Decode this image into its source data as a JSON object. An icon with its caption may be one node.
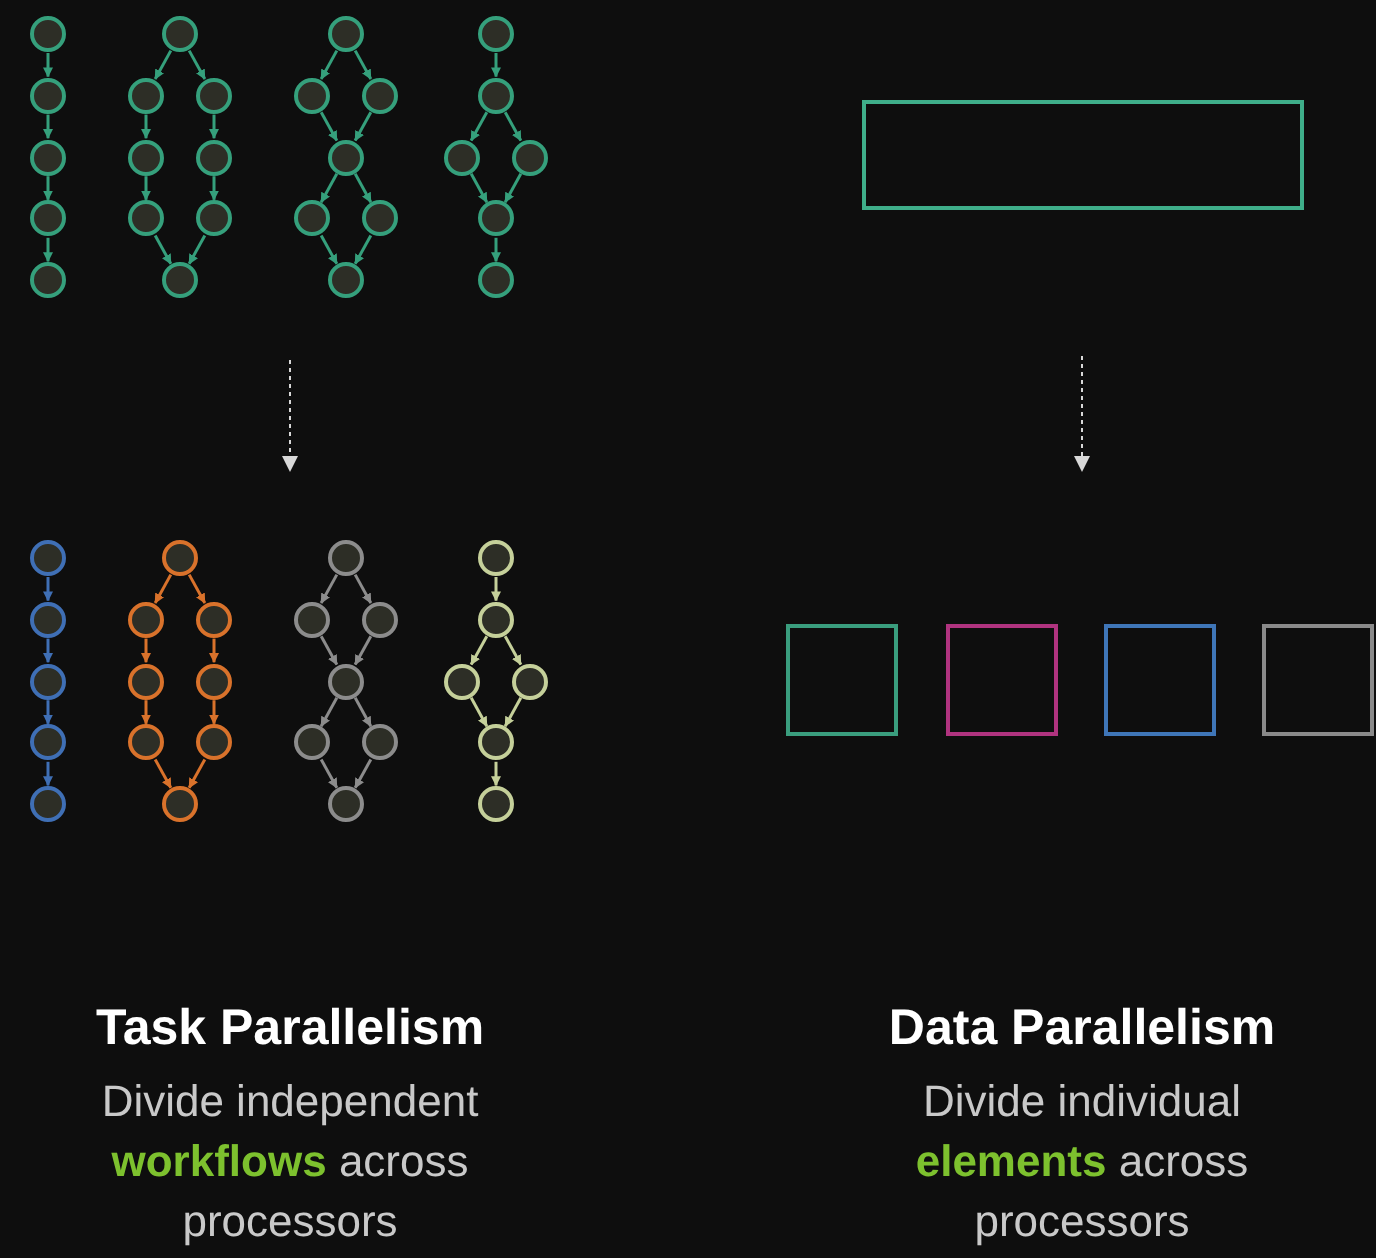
{
  "diagram": {
    "nodes": [
      {
        "text": [],
        "shape": "circle"
      },
      {
        "text": [],
        "shape": "circle"
      },
      {
        "text": [],
        "shape": "circle"
      },
      {
        "text": [],
        "shape": "circle"
      },
      {
        "text": [],
        "shape": "circle"
      },
      {
        "text": [],
        "shape": "circle"
      },
      {
        "text": [],
        "shape": "circle"
      },
      {
        "text": [],
        "shape": "circle"
      },
      {
        "text": [],
        "shape": "circle"
      },
      {
        "text": [],
        "shape": "circle"
      },
      {
        "text": [],
        "shape": "circle"
      },
      {
        "text": [],
        "shape": "circle"
      },
      {
        "text": [],
        "shape": "circle"
      },
      {
        "text": [],
        "shape": "circle"
      },
      {
        "text": [],
        "shape": "circle"
      },
      {
        "text": [],
        "shape": "circle"
      },
      {
        "text": [],
        "shape": "circle"
      },
      {
        "text": [],
        "shape": "circle"
      },
      {
        "text": [],
        "shape": "circle"
      },
      {
        "text": [],
        "shape": "circle"
      },
      {
        "text": [],
        "shape": "circle"
      },
      {
        "text": [],
        "shape": "circle"
      },
      {
        "text": [],
        "shape": "circle"
      },
      {
        "text": [],
        "shape": "circle"
      },
      {
        "text": [],
        "shape": "circle"
      },
      {
        "text": [],
        "shape": "circle"
      },
      {
        "text": [],
        "shape": "circle"
      },
      {
        "text": [],
        "shape": "circle"
      },
      {
        "text": [],
        "shape": "circle"
      },
      {
        "text": [],
        "shape": "circle"
      },
      {
        "text": [],
        "shape": "circle"
      },
      {
        "text": [],
        "shape": "circle"
      },
      {
        "text": [],
        "shape": "circle"
      },
      {
        "text": [],
        "shape": "circle"
      },
      {
        "text": [],
        "shape": "circle"
      },
      {
        "text": [],
        "shape": "circle"
      },
      {
        "text": [],
        "shape": "circle"
      },
      {
        "text": [],
        "shape": "circle"
      },
      {
        "text": [],
        "shape": "circle"
      },
      {
        "text": [],
        "shape": "circle"
      },
      {
        "text": [],
        "shape": "circle"
      },
      {
        "text": [],
        "shape": "circle"
      },
      {
        "text": [],
        "shape": "circle"
      },
      {
        "text": [],
        "shape": "circle"
      },
      {
        "text": [],
        "shape": "circle"
      },
      {
        "text": [],
        "shape": "circle"
      },
      {
        "text": [],
        "shape": "circle"
      },
      {
        "text": [],
        "shape": "circle"
      },
      {
        "text": [],
        "shape": "circle"
      },
      {
        "text": [],
        "shape": "circle"
      },
      {
        "text": [],
        "shape": "circle"
      },
      {
        "text": [],
        "shape": "circle"
      },
      {
        "text": [],
        "shape": "box"
      },
      {
        "text": [],
        "shape": "box"
      },
      {
        "text": [],
        "shape": "box"
      },
      {
        "text": [],
        "shape": "box"
      },
      {
        "text": [],
        "shape": "box"
      }
    ],
    "edges": [
      {
        "from": 0,
        "to": 1,
        "arrow": "to"
      },
      {
        "from": 1,
        "to": 2,
        "arrow": "to"
      },
      {
        "from": 2,
        "to": 3,
        "arrow": "to"
      },
      {
        "from": 3,
        "to": 4,
        "arrow": "to"
      },
      {
        "from": 5,
        "to": 6,
        "arrow": "to"
      },
      {
        "from": 5,
        "to": 7,
        "arrow": "to"
      },
      {
        "from": 6,
        "to": 8,
        "arrow": "to"
      },
      {
        "from": 7,
        "to": 9,
        "arrow": "to"
      },
      {
        "from": 8,
        "to": 10,
        "arrow": "to"
      },
      {
        "from": 9,
        "to": 11,
        "arrow": "to"
      },
      {
        "from": 10,
        "to": 12,
        "arrow": "to"
      },
      {
        "from": 11,
        "to": 12,
        "arrow": "to"
      },
      {
        "from": 13,
        "to": 14,
        "arrow": "to"
      },
      {
        "from": 13,
        "to": 15,
        "arrow": "to"
      },
      {
        "from": 14,
        "to": 16,
        "arrow": "to"
      },
      {
        "from": 15,
        "to": 16,
        "arrow": "to"
      },
      {
        "from": 16,
        "to": 17,
        "arrow": "to"
      },
      {
        "from": 16,
        "to": 18,
        "arrow": "to"
      },
      {
        "from": 17,
        "to": 19,
        "arrow": "to"
      },
      {
        "from": 18,
        "to": 19,
        "arrow": "to"
      },
      {
        "from": 20,
        "to": 21,
        "arrow": "to"
      },
      {
        "from": 21,
        "to": 22,
        "arrow": "to"
      },
      {
        "from": 21,
        "to": 23,
        "arrow": "to"
      },
      {
        "from": 22,
        "to": 24,
        "arrow": "to"
      },
      {
        "from": 23,
        "to": 24,
        "arrow": "to"
      },
      {
        "from": 24,
        "to": 25,
        "arrow": "to"
      },
      {
        "from": 26,
        "to": 27,
        "arrow": "to",
        "color": "#3f6fb5"
      },
      {
        "from": 27,
        "to": 28,
        "arrow": "to",
        "color": "#3f6fb5"
      },
      {
        "from": 28,
        "to": 29,
        "arrow": "to",
        "color": "#3f6fb5"
      },
      {
        "from": 29,
        "to": 30,
        "arrow": "to",
        "color": "#3f6fb5"
      },
      {
        "from": 31,
        "to": 32,
        "arrow": "to",
        "color": "#d9722b"
      },
      {
        "from": 31,
        "to": 33,
        "arrow": "to",
        "color": "#d9722b"
      },
      {
        "from": 32,
        "to": 34,
        "arrow": "to",
        "color": "#d9722b"
      },
      {
        "from": 33,
        "to": 35,
        "arrow": "to",
        "color": "#d9722b"
      },
      {
        "from": 34,
        "to": 36,
        "arrow": "to",
        "color": "#d9722b"
      },
      {
        "from": 35,
        "to": 37,
        "arrow": "to",
        "color": "#d9722b"
      },
      {
        "from": 36,
        "to": 38,
        "arrow": "to",
        "color": "#d9722b"
      },
      {
        "from": 37,
        "to": 38,
        "arrow": "to",
        "color": "#d9722b"
      },
      {
        "from": 39,
        "to": 40,
        "arrow": "to",
        "color": "#8c8c8c"
      },
      {
        "from": 39,
        "to": 41,
        "arrow": "to",
        "color": "#8c8c8c"
      },
      {
        "from": 40,
        "to": 42,
        "arrow": "to",
        "color": "#8c8c8c"
      },
      {
        "from": 41,
        "to": 42,
        "arrow": "to",
        "color": "#8c8c8c"
      },
      {
        "from": 42,
        "to": 43,
        "arrow": "to",
        "color": "#8c8c8c"
      },
      {
        "from": 42,
        "to": 44,
        "arrow": "to",
        "color": "#8c8c8c"
      },
      {
        "from": 43,
        "to": 45,
        "arrow": "to",
        "color": "#8c8c8c"
      },
      {
        "from": 44,
        "to": 45,
        "arrow": "to",
        "color": "#8c8c8c"
      },
      {
        "from": 46,
        "to": 47,
        "arrow": "to",
        "color": "#c5d09a"
      },
      {
        "from": 47,
        "to": 48,
        "arrow": "to",
        "color": "#c5d09a"
      },
      {
        "from": 47,
        "to": 49,
        "arrow": "to",
        "color": "#c5d09a"
      },
      {
        "from": 48,
        "to": 50,
        "arrow": "to",
        "color": "#c5d09a"
      },
      {
        "from": 49,
        "to": 50,
        "arrow": "to",
        "color": "#c5d09a"
      },
      {
        "from": 50,
        "to": 51,
        "arrow": "to",
        "color": "#c5d09a"
      }
    ],
    "labels": [
      "Task Parallelism",
      "Divide independent **workflows** across processors",
      "Data Parallelism",
      "Divide individual **elements** across processors"
    ]
  }
}
